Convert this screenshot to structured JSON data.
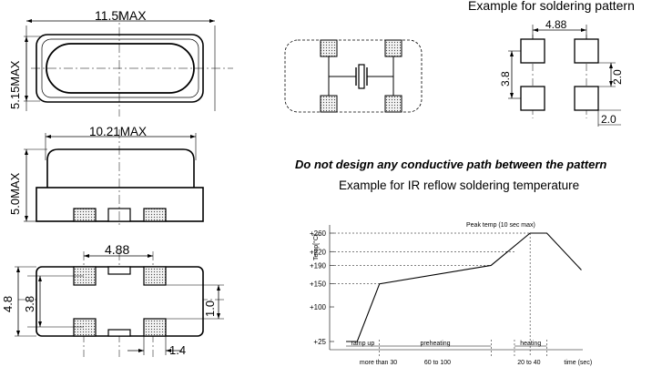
{
  "headings": {
    "solder_pattern": "Example for soldering pattern",
    "warning": "Do not design any conductive path between the pattern",
    "reflow": "Example for IR reflow soldering temperature"
  },
  "top_view": {
    "width_label": "11.5MAX",
    "height_label": "5.15MAX"
  },
  "side_view": {
    "width_label": "10.21MAX",
    "height_label": "5.0MAX"
  },
  "bottom_view": {
    "pitch_label": "4.88",
    "height_outer_label": "4.8",
    "height_inner_label": "3.8",
    "pad_h_label": "1.0",
    "pad_w_label": "1.4"
  },
  "pattern": {
    "pitch_label": "4.88",
    "height_label": "3.8",
    "gap_label": "2.0",
    "pad_label": "2.0"
  },
  "chart_data": {
    "type": "line",
    "ylabel": "Temp[°C]",
    "y_ticks": [
      "+260",
      "+220",
      "+190",
      "+150",
      "+100",
      "+25"
    ],
    "x_labels": [
      "more than 30",
      "60 to 100",
      "20 to 40",
      "time (sec)"
    ],
    "phases": [
      "ramp up",
      "preheating",
      "heating"
    ],
    "annotation": "Peak temp (10 sec max)",
    "series": [
      {
        "x": [
          0,
          10,
          30,
          130,
          165,
          180,
          211
        ],
        "y": [
          25,
          25,
          150,
          190,
          260,
          260,
          180
        ]
      }
    ]
  }
}
